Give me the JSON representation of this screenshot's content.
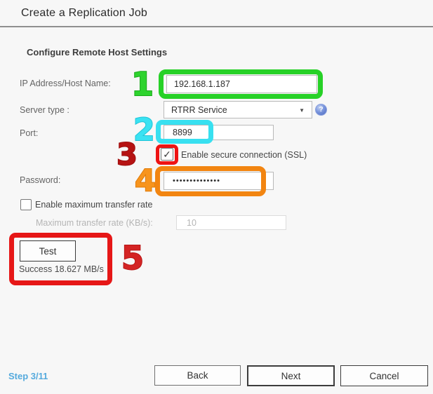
{
  "window": {
    "title": "Create a Replication Job"
  },
  "form": {
    "heading": "Configure Remote Host Settings",
    "ip": {
      "label": "IP Address/Host Name:",
      "value": "192.168.1.187"
    },
    "server_type": {
      "label": "Server type :",
      "value": "RTRR Service"
    },
    "port": {
      "label": "Port:",
      "value": "8899"
    },
    "ssl": {
      "label": "Enable secure connection (SSL)",
      "checked": true,
      "checkmark": "✓"
    },
    "password": {
      "label": "Password:",
      "value": "••••••••••••••"
    },
    "max_rate_toggle": {
      "label": "Enable maximum transfer rate",
      "checked": false
    },
    "max_rate": {
      "label": "Maximum transfer rate (KB/s):",
      "value": "10",
      "disabled": true
    },
    "test": {
      "button_label": "Test",
      "result": "Success 18.627 MB/s"
    }
  },
  "icons": {
    "help": "?",
    "dropdown_caret": "▼"
  },
  "annotations": {
    "n1": {
      "number": "1",
      "color": "#27d127"
    },
    "n2": {
      "number": "2",
      "color": "#38e0f0"
    },
    "n3": {
      "number": "3",
      "color": "#b61313",
      "box_color": "#ee1414"
    },
    "n4": {
      "number": "4",
      "color": "#f7941d",
      "box_color": "#f28511"
    },
    "n5": {
      "number": "5",
      "color": "#d42424",
      "box_color": "#e61717"
    }
  },
  "footer": {
    "step": "Step 3/11",
    "buttons": {
      "back": "Back",
      "next": "Next",
      "cancel": "Cancel"
    }
  }
}
